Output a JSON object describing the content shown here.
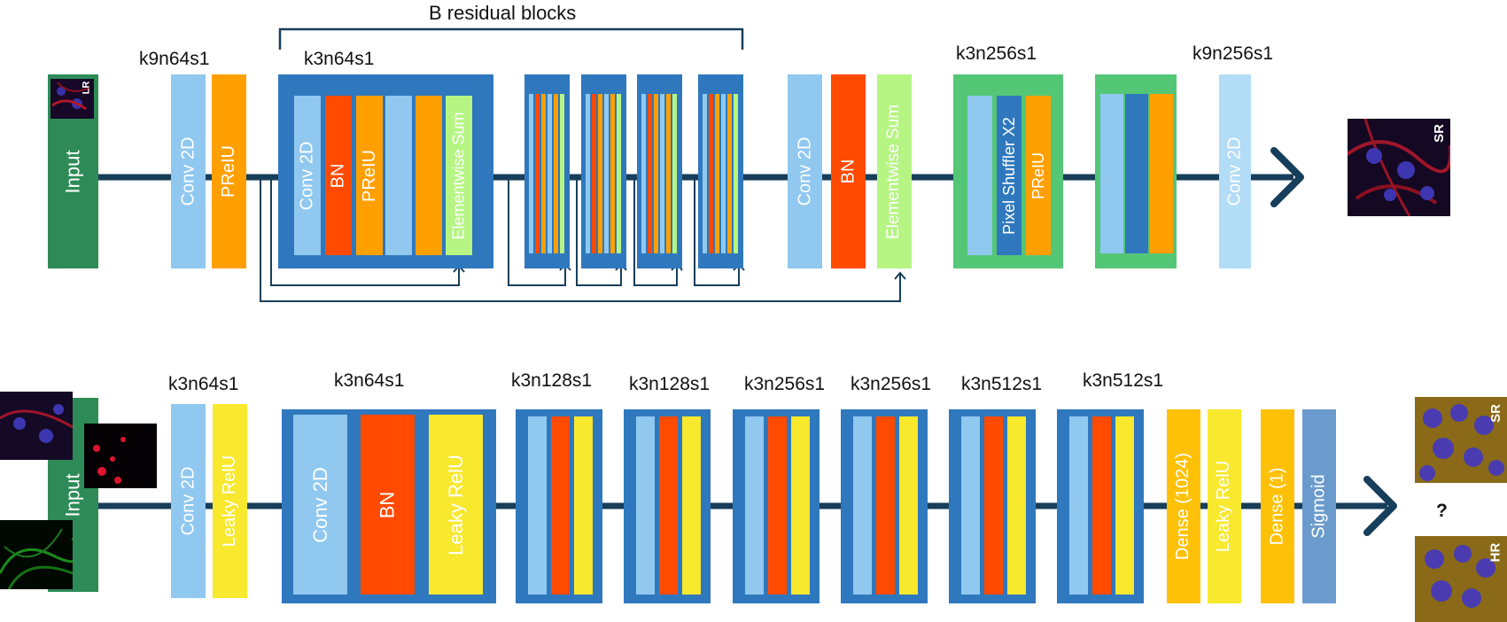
{
  "generator": {
    "input_label": "Input",
    "input_thumb_tag": "LR",
    "conv1_kernel": "k9n64s1",
    "conv1_label": "Conv 2D",
    "prelu_label": "PReIU",
    "res_kernel": "k3n64s1",
    "res_title": "B residual blocks",
    "res_conv_label": "Conv 2D",
    "res_bn_label": "BN",
    "res_prelu_label": "PReIU",
    "res_sum_label": "Elementwise Sum",
    "post_conv_label": "Conv 2D",
    "post_bn_label": "BN",
    "post_sum_label": "Elementwise Sum",
    "up_kernel": "k3n256s1",
    "pixel_shuffler_label": "Pixel Shuffler X2",
    "up_prelu_label": "PReIU",
    "final_kernel": "k9n256s1",
    "final_conv_label": "Conv 2D",
    "output_tag": "SR"
  },
  "discriminator": {
    "input_label": "Input",
    "conv1_kernel": "k3n64s1",
    "conv1_label": "Conv 2D",
    "leaky1_label": "Leaky RelU",
    "block_kernels": [
      "k3n64s1",
      "k3n128s1",
      "k3n128s1",
      "k3n256s1",
      "k3n256s1",
      "k3n512s1",
      "k3n512s1"
    ],
    "block_conv_label": "Conv 2D",
    "block_bn_label": "BN",
    "block_leaky_label": "Leaky RelU",
    "dense1_label": "Dense (1024)",
    "leaky2_label": "Leaky RelU",
    "dense2_label": "Dense (1)",
    "sigmoid_label": "Sigmoid",
    "question": "?",
    "sr_tag": "SR",
    "hr_tag": "HR"
  },
  "colors": {
    "block_blue": "#2f78bd",
    "light_blue": "#90c8f0",
    "pale_blue": "#b3dcf7",
    "orange": "#ffa000",
    "red_orange": "#ff4a00",
    "light_green": "#b6f584",
    "dark_green": "#2e8b57",
    "mid_green": "#54c776",
    "yellow": "#f8e82e",
    "gold": "#ffc107",
    "steel_blue": "#6b9bcc",
    "line": "#173e5a"
  }
}
